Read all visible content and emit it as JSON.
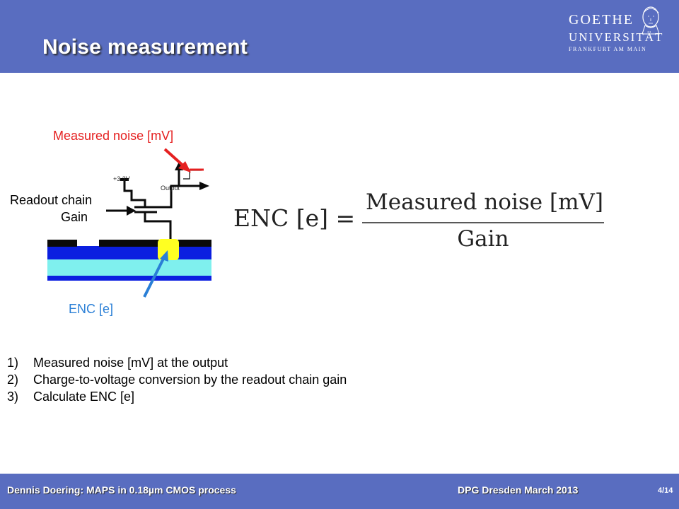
{
  "slide": {
    "title": "Noise measurement",
    "logo": {
      "line1": "GOETHE",
      "line2": "UNIVERSITÄT",
      "line3": "FRANKFURT AM MAIN"
    }
  },
  "diagram": {
    "measured_noise_label": "Measured noise [mV]",
    "readout_chain_label": "Readout chain",
    "gain_label": "Gain",
    "enc_label": "ENC [e]",
    "supply_label": "+3.3V",
    "output_label": "Output"
  },
  "equation": {
    "lhs": "ENC [e] =",
    "numerator": "Measured noise [mV]",
    "denominator": "Gain"
  },
  "steps": [
    {
      "num": "1)",
      "text": "Measured noise [mV] at the output"
    },
    {
      "num": "2)",
      "text": "Charge-to-voltage conversion by the readout chain gain"
    },
    {
      "num": "3)",
      "text": "Calculate ENC [e]"
    }
  ],
  "footer": {
    "author": "Dennis Doering: MAPS in 0.18µm CMOS process",
    "event": "DPG Dresden March 2013",
    "page": "4/14"
  },
  "colors": {
    "header": "#596dc0",
    "red_arrow": "#e52020",
    "blue_arrow": "#2a7fd6"
  }
}
